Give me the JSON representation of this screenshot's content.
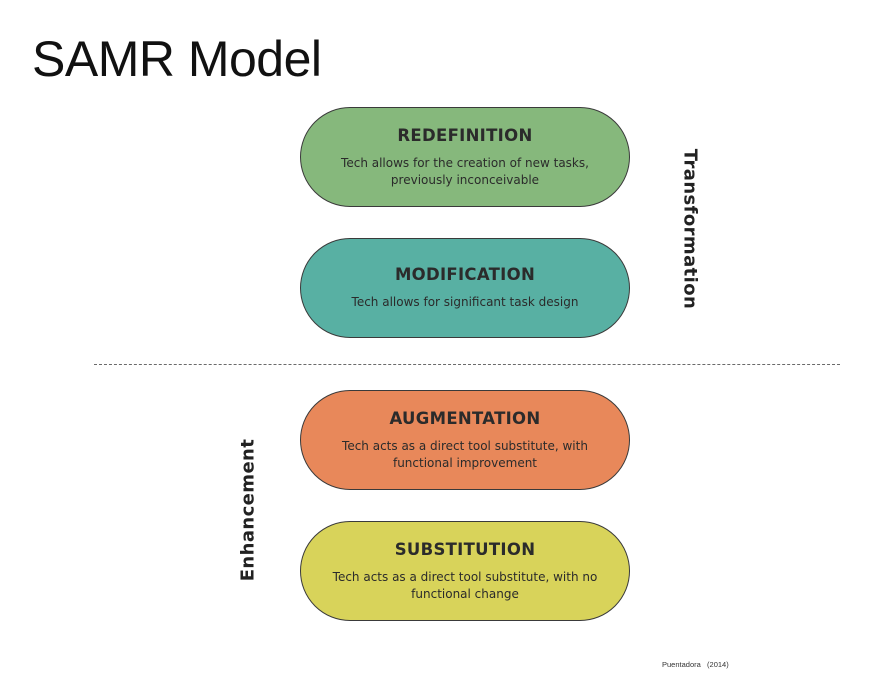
{
  "title": "SAMR Model",
  "levels": [
    {
      "name": "REDEFINITION",
      "description": "Tech allows for the creation of new tasks, previously inconceivable",
      "color": "#86b87c"
    },
    {
      "name": "MODIFICATION",
      "description": "Tech allows for significant task design",
      "color": "#58b0a3"
    },
    {
      "name": "AUGMENTATION",
      "description": "Tech acts as a direct tool substitute, with functional improvement",
      "color": "#e8885a"
    },
    {
      "name": "SUBSTITUTION",
      "description": "Tech acts as a direct tool substitute, with no functional change",
      "color": "#d8d35a"
    }
  ],
  "groups": {
    "upper": "Transformation",
    "lower": "Enhancement"
  },
  "citation": "Puentadora   (2014)"
}
